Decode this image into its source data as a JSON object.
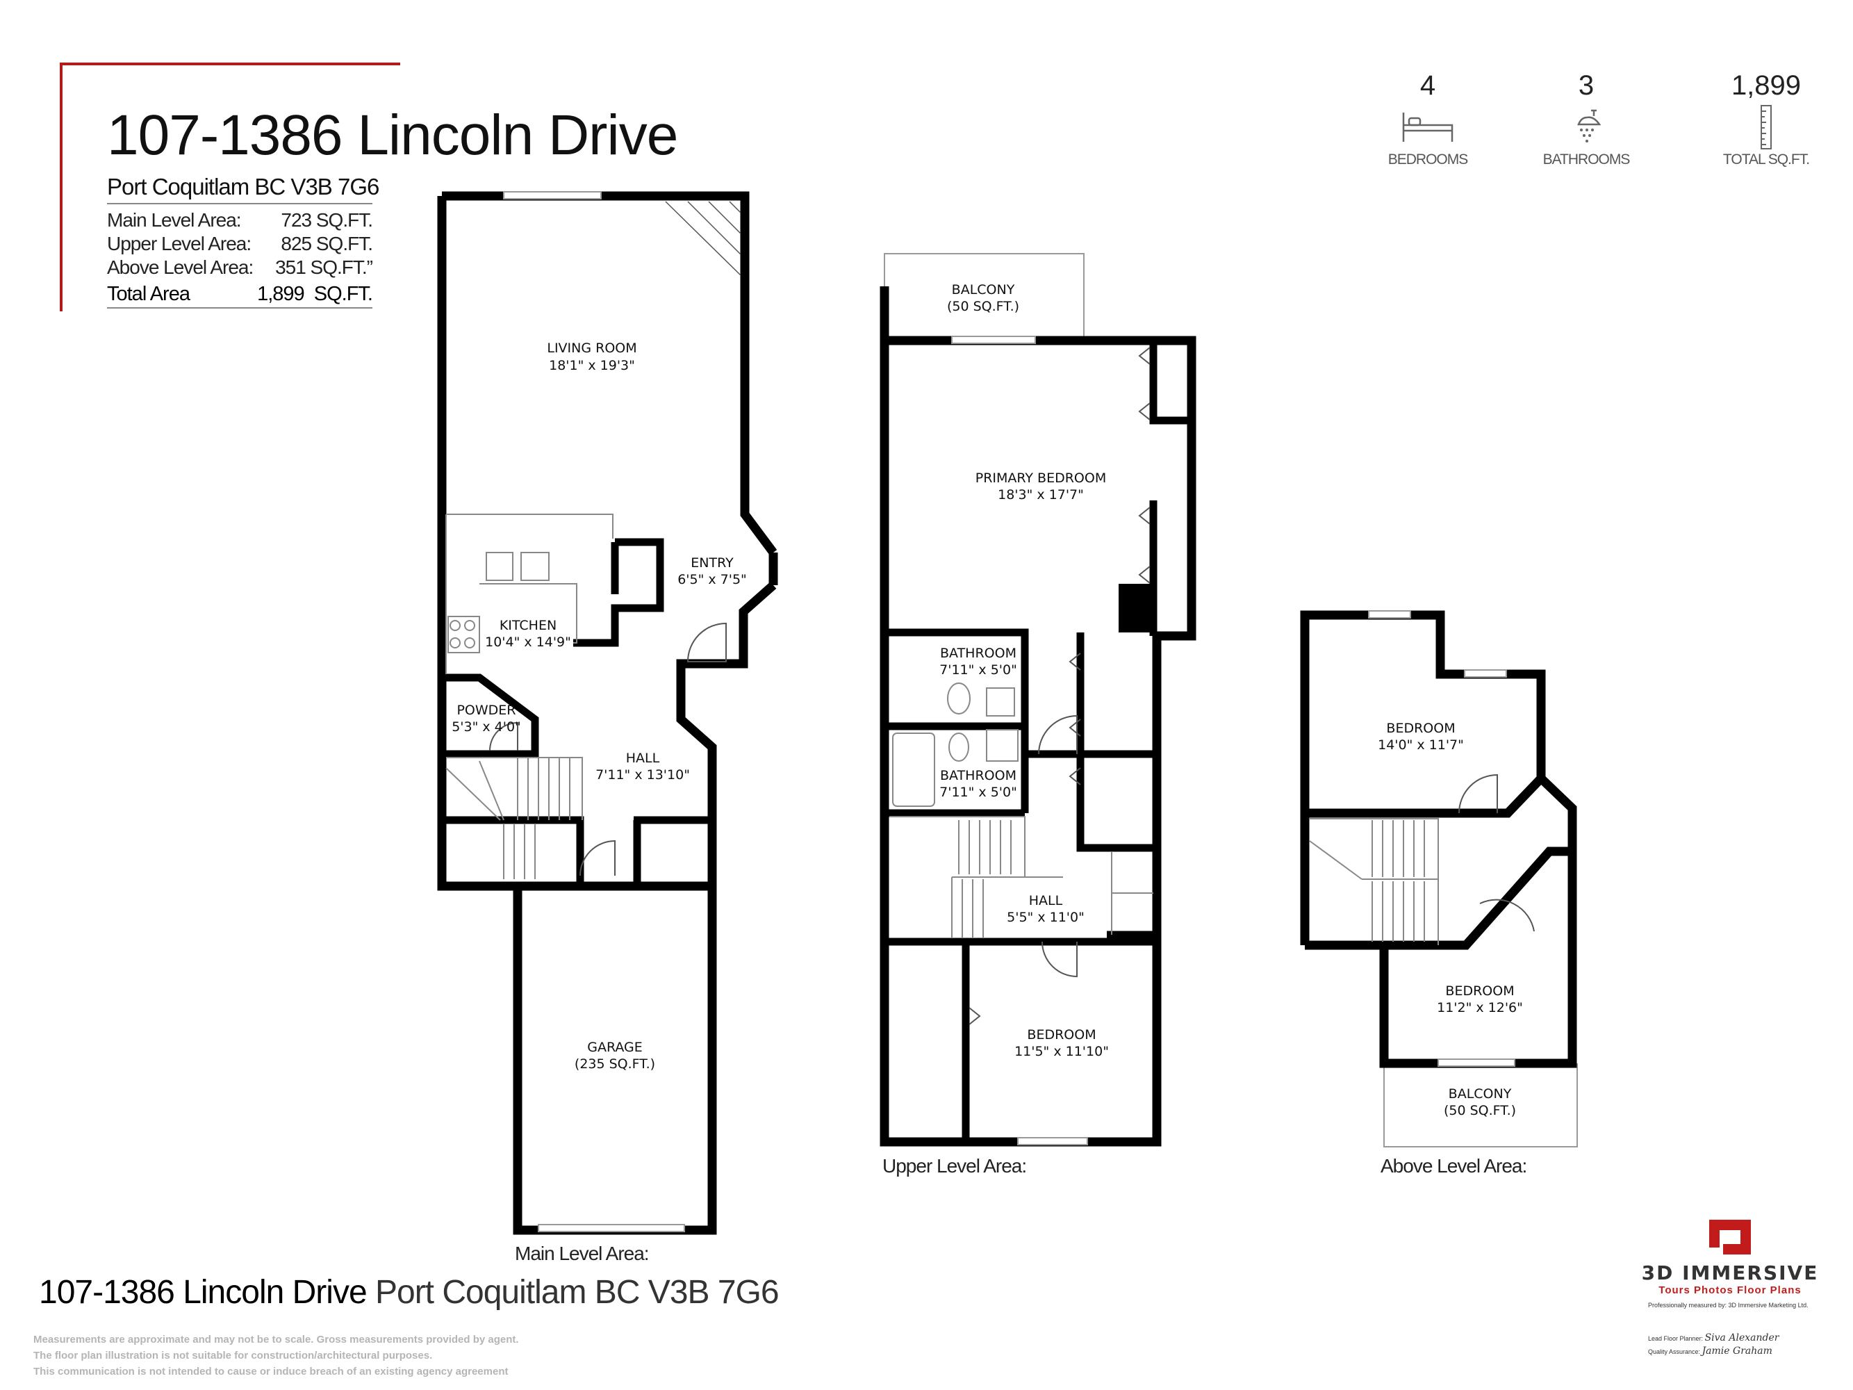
{
  "header": {
    "title": "107-1386 Lincoln Drive",
    "subtitle": "Port Coquitlam BC V3B 7G6",
    "areas": [
      {
        "label": "Main Level Area:",
        "value": "723 SQ.FT."
      },
      {
        "label": "Upper Level Area:",
        "value": "825 SQ.FT."
      },
      {
        "label": "Above Level Area:",
        "value": "351 SQ.FT.”"
      }
    ],
    "total": {
      "label": "Total Area",
      "value": "1,899",
      "unit": "SQ.FT."
    }
  },
  "stats": [
    {
      "value": "4",
      "label": "BEDROOMS",
      "icon": "bed-icon"
    },
    {
      "value": "3",
      "label": "BATHROOMS",
      "icon": "shower-icon"
    },
    {
      "value": "1,899",
      "label": "TOTAL SQ.FT.",
      "icon": "ruler-icon"
    }
  ],
  "rooms": {
    "living_room": {
      "name": "LIVING ROOM",
      "size": "18'1\" x 19'3\""
    },
    "entry": {
      "name": "ENTRY",
      "size": "6'5\" x 7'5\""
    },
    "kitchen": {
      "name": "KITCHEN",
      "size": "10'4\" x 14'9\""
    },
    "powder": {
      "name": "POWDER",
      "size": "5'3\" x 4'0\""
    },
    "hall_main": {
      "name": "HALL",
      "size": "7'11\" x 13'10\""
    },
    "garage": {
      "name": "GARAGE",
      "size": "(235 SQ.FT.)"
    },
    "balcony_upper": {
      "name": "BALCONY",
      "size": "(50 SQ.FT.)"
    },
    "primary_bedroom": {
      "name": "PRIMARY BEDROOM",
      "size": "18'3\" x 17'7\""
    },
    "bathroom_1": {
      "name": "BATHROOM",
      "size": "7'11\" x 5'0\""
    },
    "bathroom_2": {
      "name": "BATHROOM",
      "size": "7'11\" x 5'0\""
    },
    "hall_upper": {
      "name": "HALL",
      "size": "5'5\" x 11'0\""
    },
    "bedroom_upper": {
      "name": "BEDROOM",
      "size": "11'5\" x 11'10\""
    },
    "bedroom_above_1": {
      "name": "BEDROOM",
      "size": "14'0\" x 11'7\""
    },
    "bedroom_above_2": {
      "name": "BEDROOM",
      "size": "11'2\" x 12'6\""
    },
    "balcony_above": {
      "name": "BALCONY",
      "size": "(50 SQ.FT.)"
    }
  },
  "levels": {
    "main": "Main Level Area:",
    "upper": "Upper Level Area:",
    "above": "Above Level Area:"
  },
  "footer": {
    "address": "107-1386 Lincoln Drive",
    "city": "Port Coquitlam BC V3B 7G6",
    "disclaimer": [
      "Measurements are approximate and may not be to scale. Gross measurements provided by agent.",
      "The floor plan illustration is not suitable for construction/architectural purposes.",
      "This communication is not intended to cause or induce breach of an existing agency agreement"
    ]
  },
  "brand": {
    "name": "3D IMMERSIVE",
    "tagline": "Tours  Photos  Floor Plans",
    "measured_by": "Professionally measured by: 3D Immersive Marketing Ltd.",
    "lead_label": "Lead Floor Planner:",
    "lead_sig": "Siva Alexander",
    "qa_label": "Quality Assurance:",
    "qa_sig": "Jamie Graham",
    "accent": "#c21b1b"
  }
}
